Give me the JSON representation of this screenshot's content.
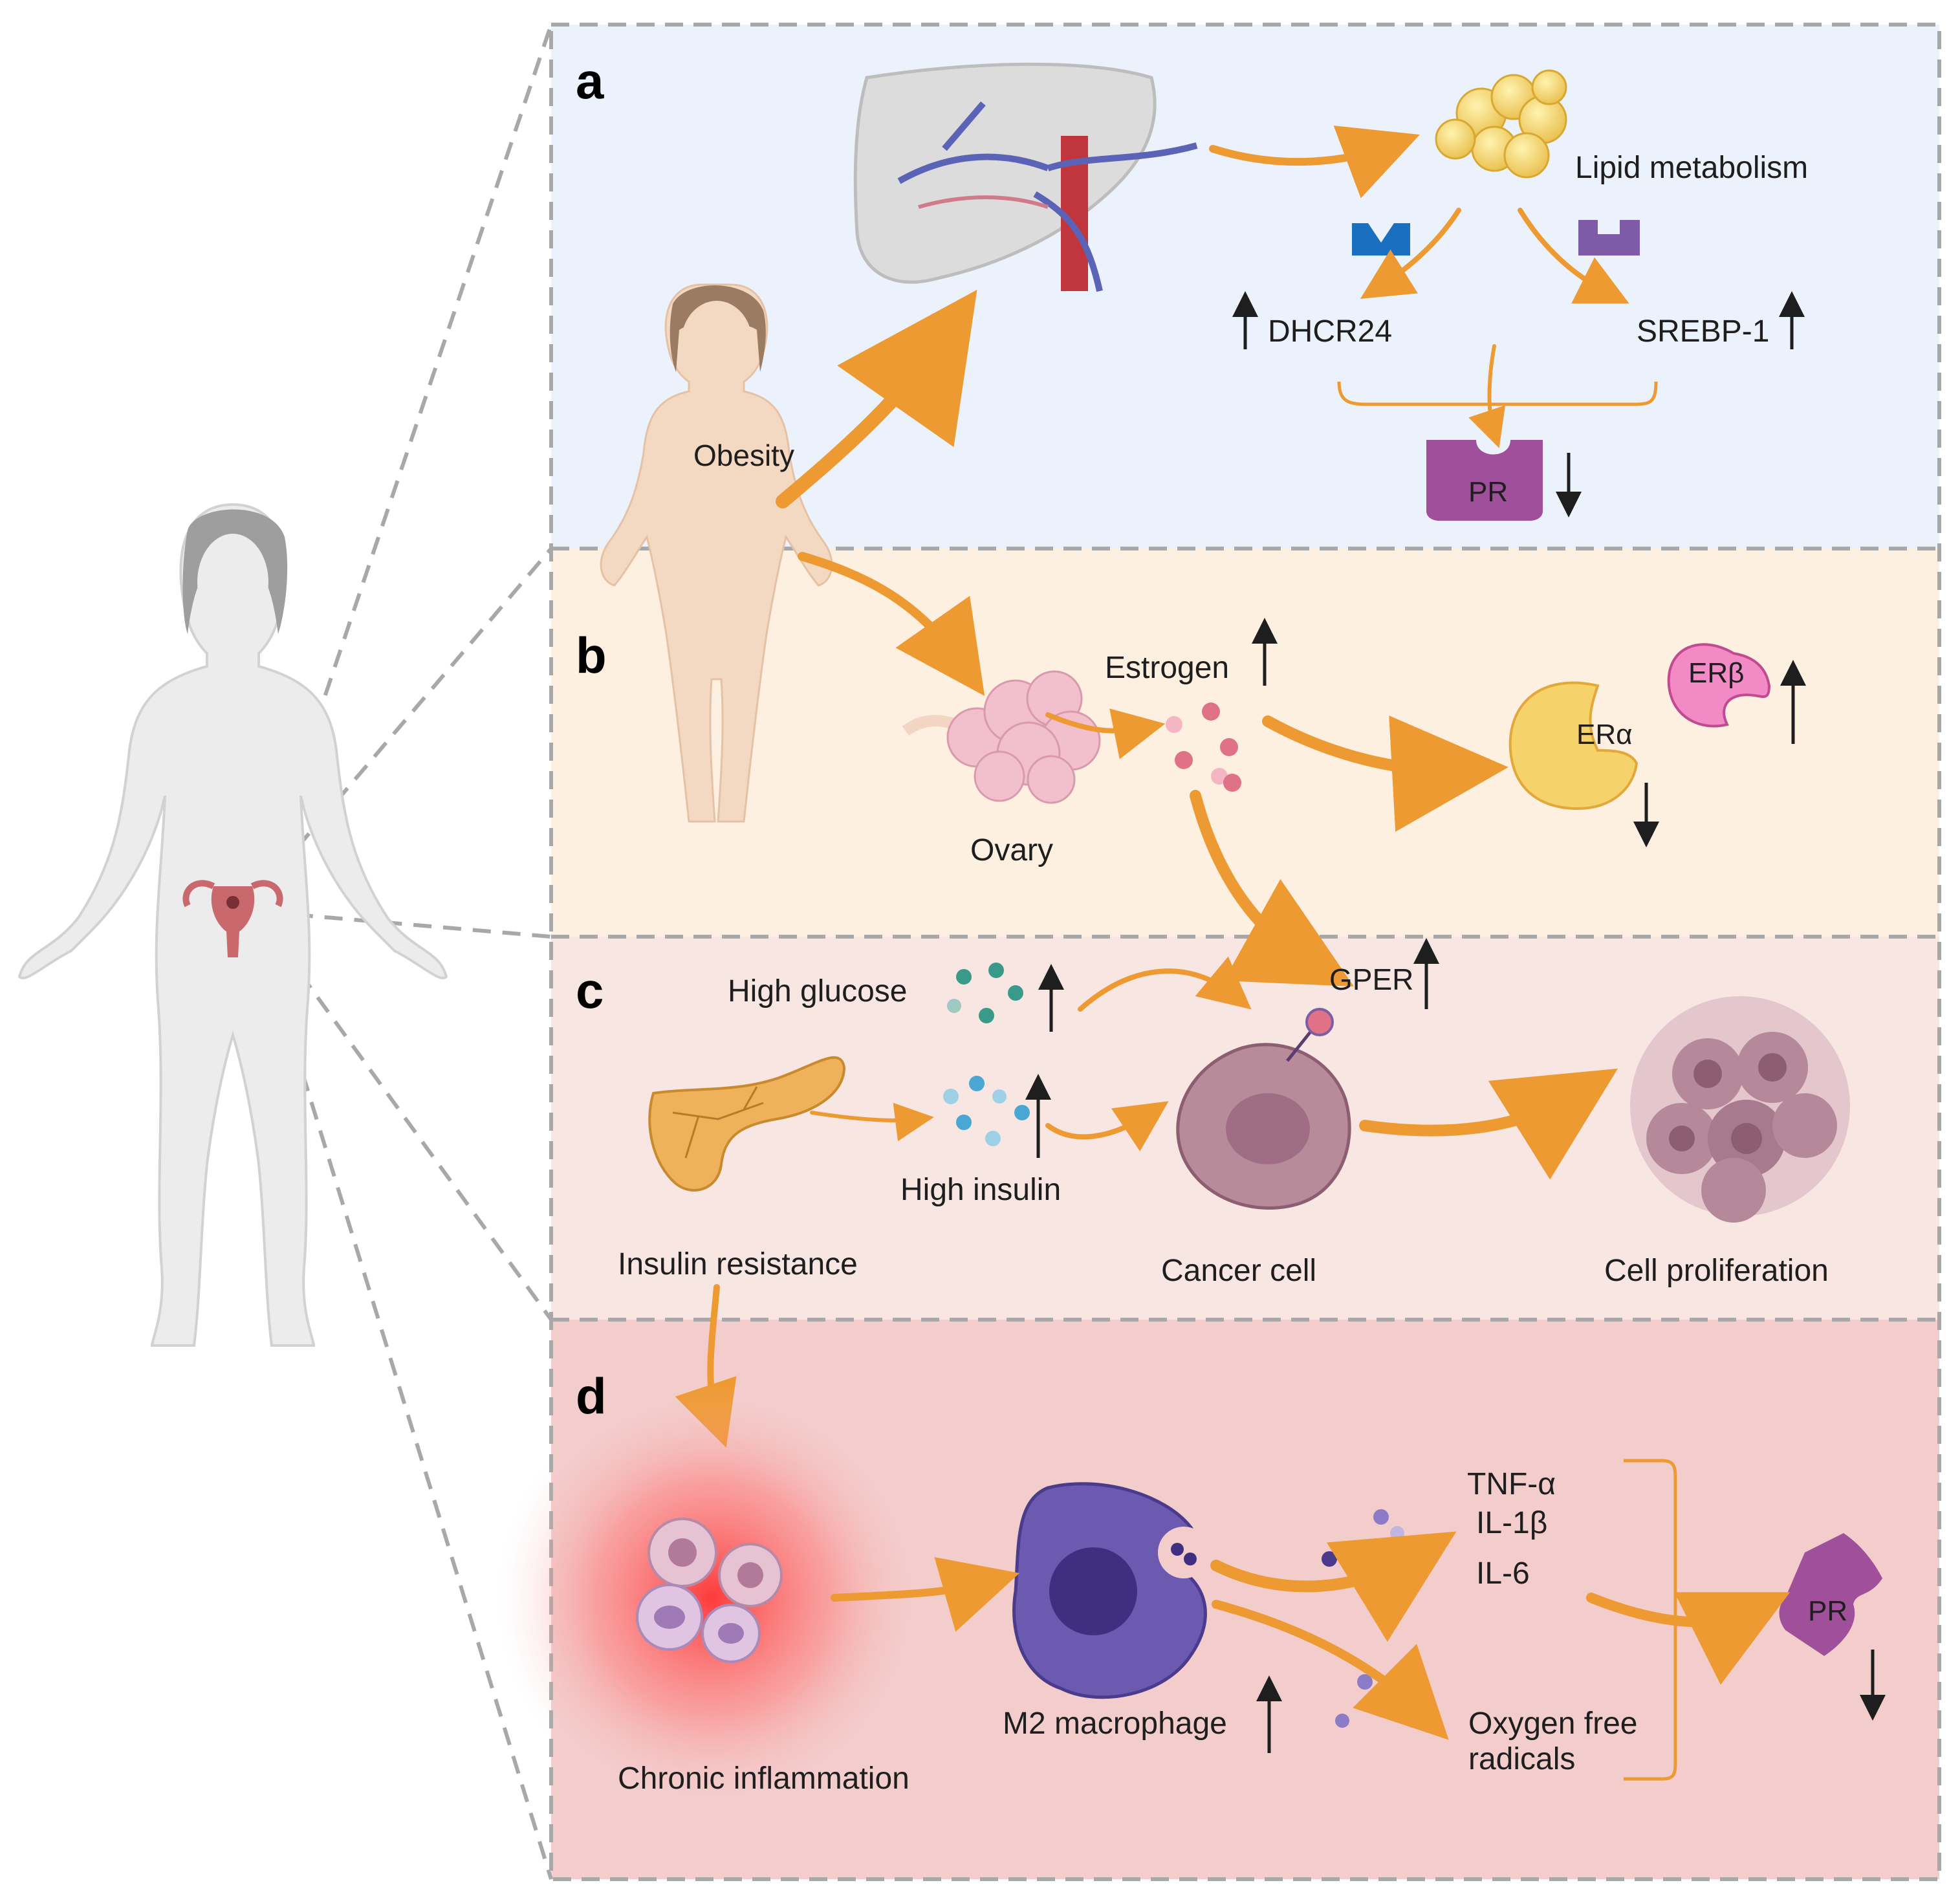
{
  "panels": {
    "a": {
      "letter": "a",
      "background": "#ecf2fb",
      "obesity": "Obesity",
      "lipid_metabolism": "Lipid metabolism",
      "dhcr24": "DHCR24",
      "srebp1": "SREBP-1",
      "pr": "PR"
    },
    "b": {
      "letter": "b",
      "background": "#fdf0e0",
      "estrogen": "Estrogen",
      "ovary": "Ovary",
      "er_alpha": "ERα",
      "er_beta": "ERβ"
    },
    "c": {
      "letter": "c",
      "background": "#f8e6e3",
      "high_glucose": "High glucose",
      "high_insulin": "High insulin",
      "gper": "GPER",
      "insulin_resistance": "Insulin resistance",
      "cancer_cell": "Cancer cell",
      "cell_proliferation": "Cell proliferation"
    },
    "d": {
      "letter": "d",
      "background": "#f3cdcc",
      "tnf_alpha": "TNF-α",
      "il_1beta": "IL-1β",
      "il_6": "IL-6",
      "oxygen_free_1": "Oxygen free",
      "oxygen_free_2": "radicals",
      "m2_macrophage": "M2 macrophage",
      "chronic_inflammation": "Chronic inflammation",
      "pr": "PR"
    }
  },
  "colors": {
    "arrow": "#ee9a33",
    "pr_receptor": "#a0509a",
    "er_alpha": "#f5d36a",
    "er_beta": "#f28ac6",
    "dashed_border": "#a8a8a8",
    "body_silhouette": "#ececec",
    "skin": "#f4d9c2"
  },
  "icons": [
    "liver-icon",
    "lipid-droplets-icon",
    "ovary-icon",
    "pancreas-icon",
    "cancer-cell-icon",
    "tumor-icon",
    "macrophage-icon",
    "immune-cells-icon",
    "woman-body-icon",
    "obese-woman-icon",
    "uterus-icon"
  ]
}
